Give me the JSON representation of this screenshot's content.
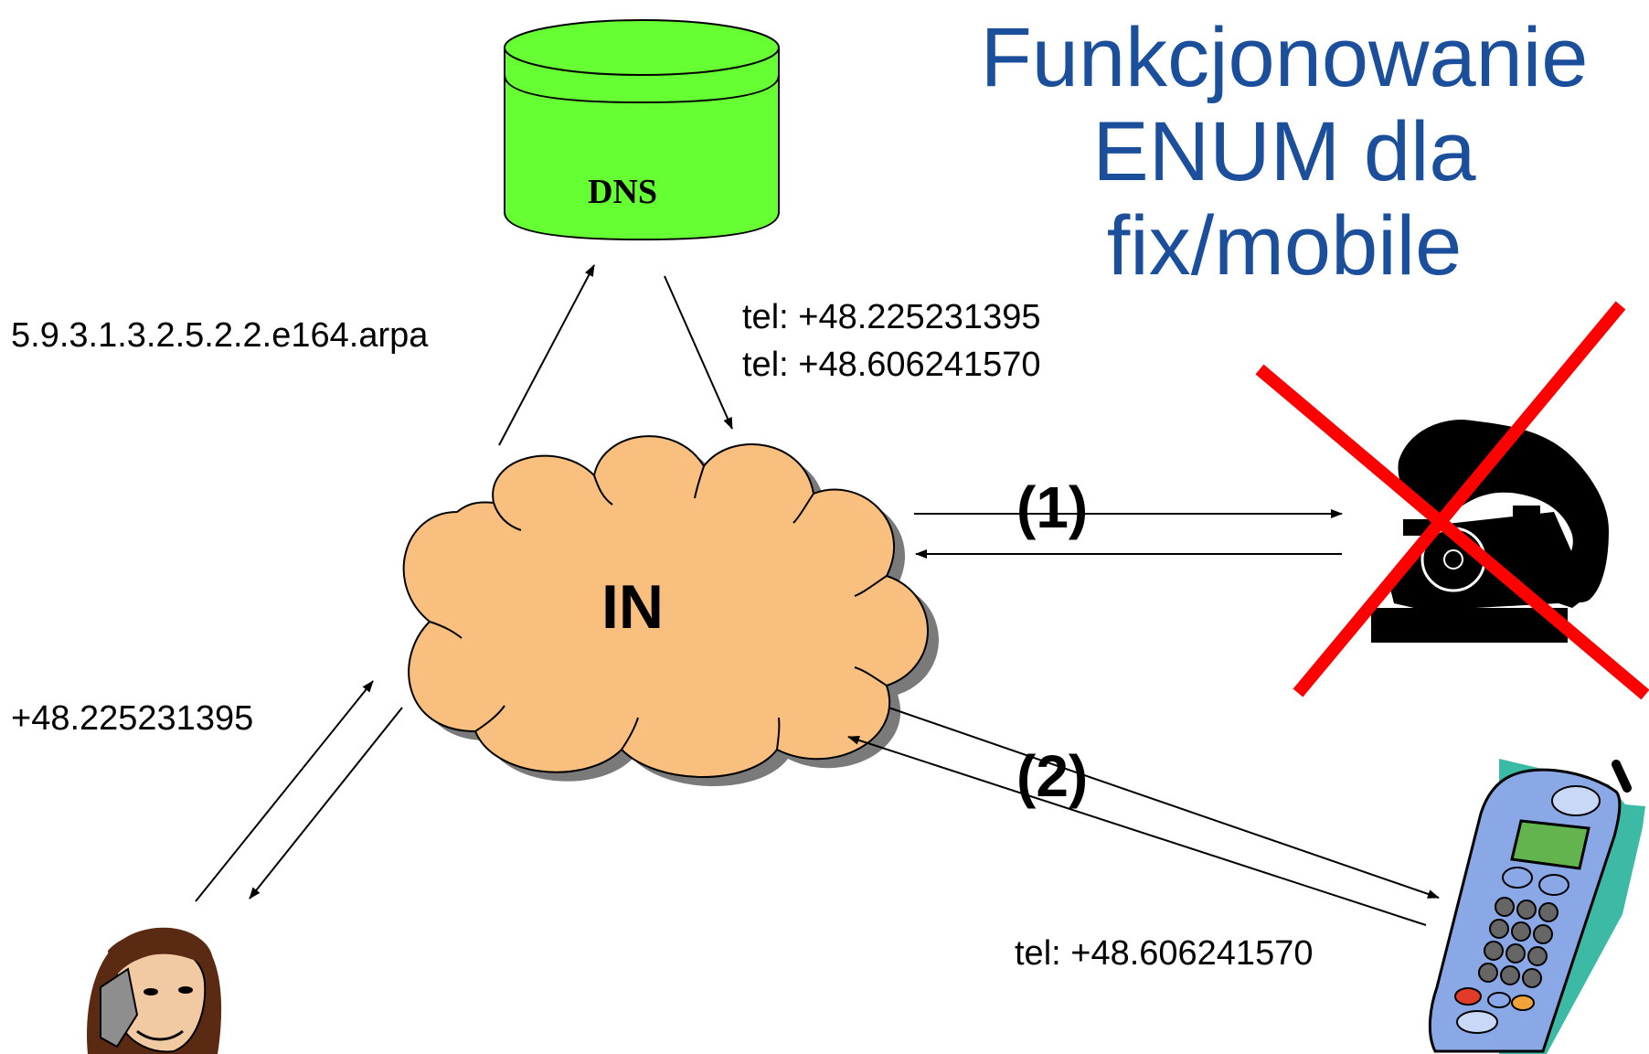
{
  "title": {
    "line1": "Funkcjonowanie",
    "line2": "ENUM dla",
    "line3": "fix/mobile"
  },
  "nodes": {
    "dns": {
      "label": "DNS",
      "color": "#66ff33"
    },
    "network": {
      "label": "IN",
      "color": "#f9bf7f"
    }
  },
  "labels": {
    "query": "5.9.3.1.3.2.5.2.2.e164.arpa",
    "response_line1": "tel: +48.225231395",
    "response_line2": "tel: +48.606241570",
    "dialed": "+48.225231395",
    "mobile_tel": "tel: +48.606241570",
    "step1": "(1)",
    "step2": "(2)"
  },
  "colors": {
    "title": "#1b4f9c",
    "cross": "#ff0000",
    "phone_cross": "#ff0000"
  },
  "icons": [
    "database-icon",
    "cloud-icon",
    "desk-phone-icon",
    "mobile-phone-icon",
    "caller-woman-icon",
    "cross-icon"
  ]
}
